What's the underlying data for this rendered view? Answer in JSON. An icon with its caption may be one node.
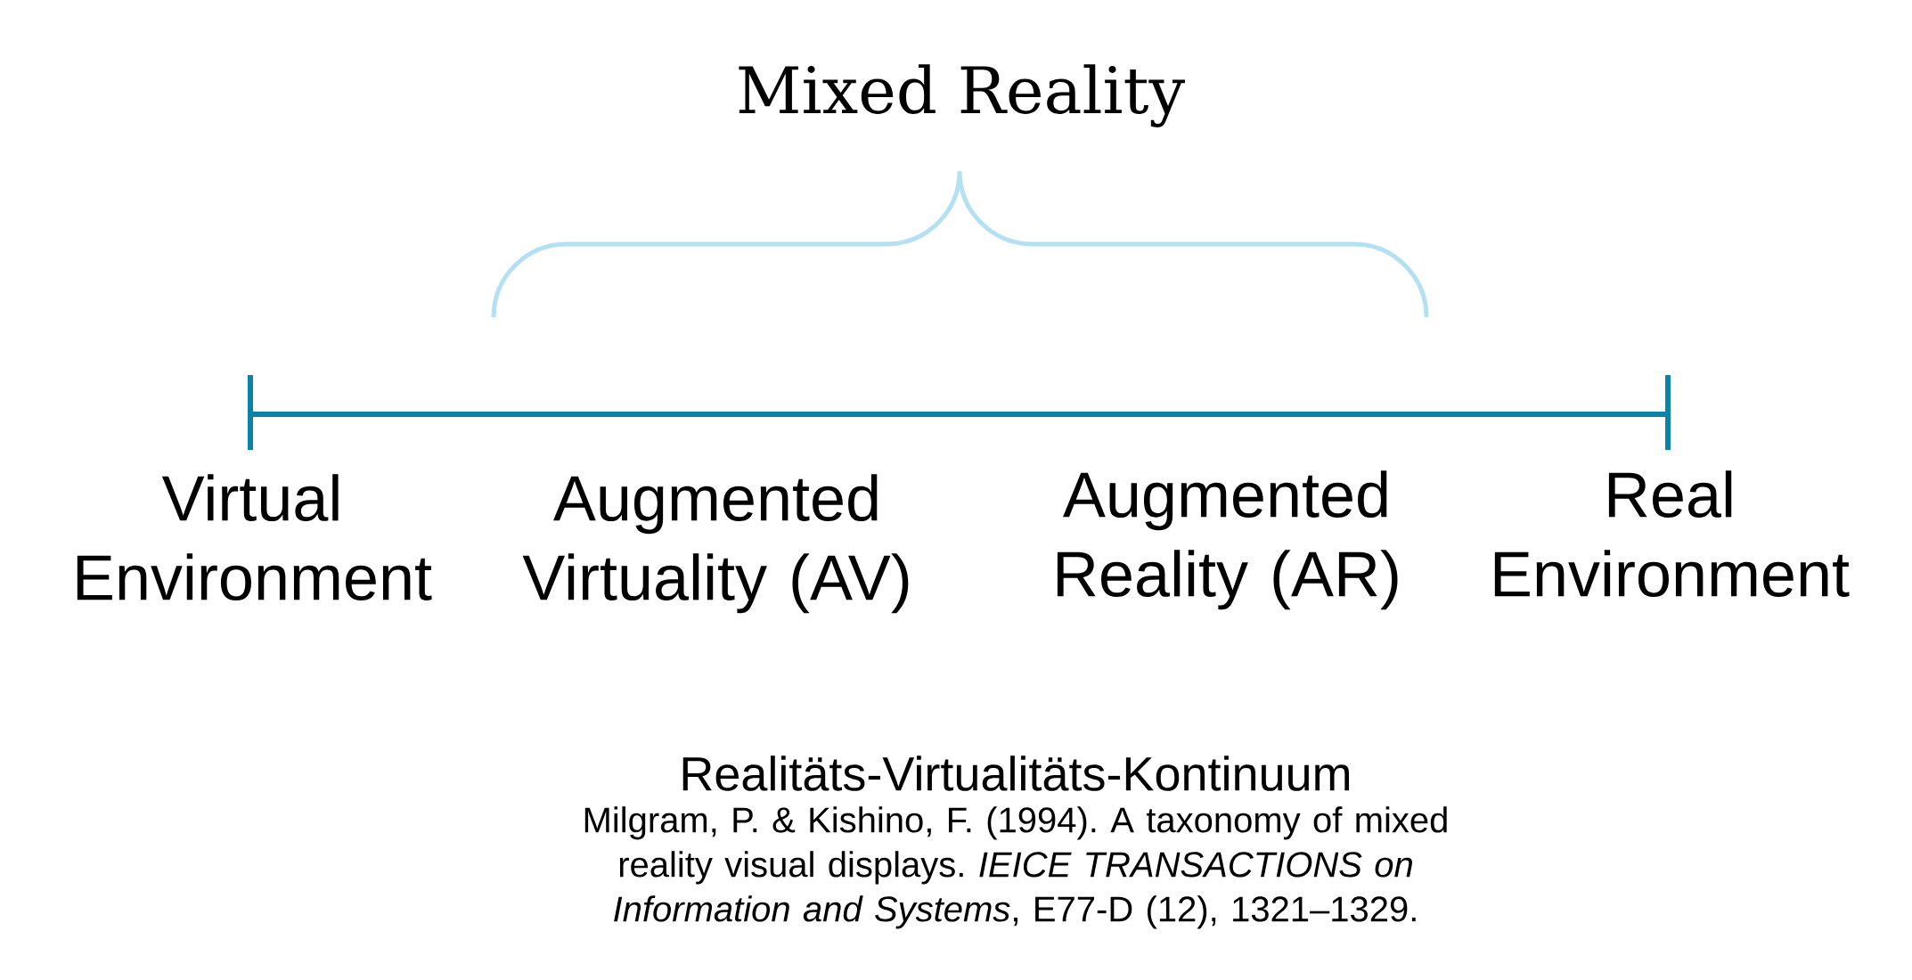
{
  "diagram": {
    "caption": "Realitäts-Virtualitäts-Kontinuum",
    "labels": [
      "Mixed Reality",
      "Virtual Environment",
      "Augmented Virtuality (AV)",
      "Augmented Reality (AR)",
      "Real Environment",
      "Milgram, P. & Kishino, F. (1994). A taxonomy of mixed reality visual displays. *IEICE TRANSACTIONS on Information and Systems*, E77-D (12), 1321–1329."
    ]
  }
}
